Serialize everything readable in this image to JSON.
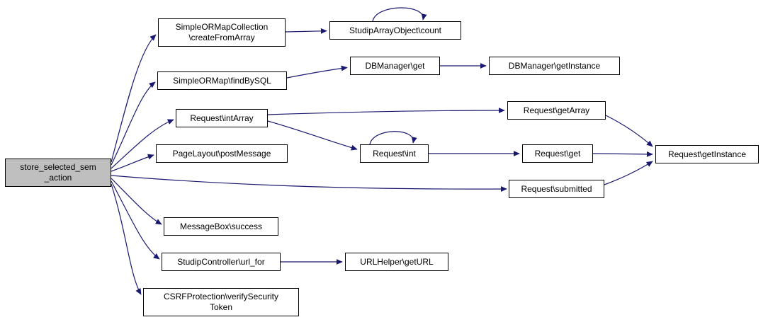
{
  "diagram": {
    "type": "call-graph",
    "colors": {
      "edge_color": "#191970",
      "node_fill": "#ffffff",
      "node_border": "#000000",
      "highlight_fill": "#bfbfbf",
      "text_color": "#000000",
      "bg_color": "#ffffff"
    },
    "nodes": [
      {
        "id": "store_selected_sem_action",
        "label": "store_selected_sem\n_action",
        "highlighted": true
      },
      {
        "id": "createFromArray",
        "label": "SimpleORMapCollection\n\\createFromArray"
      },
      {
        "id": "count",
        "label": "StudipArrayObject\\count",
        "self_loop": true
      },
      {
        "id": "findBySQL",
        "label": "SimpleORMap\\findBySQL"
      },
      {
        "id": "dbmanager_get",
        "label": "DBManager\\get"
      },
      {
        "id": "dbmanager_getInstance",
        "label": "DBManager\\getInstance"
      },
      {
        "id": "intArray",
        "label": "Request\\intArray"
      },
      {
        "id": "getArray",
        "label": "Request\\getArray"
      },
      {
        "id": "postMessage",
        "label": "PageLayout\\postMessage"
      },
      {
        "id": "request_int",
        "label": "Request\\int",
        "self_loop": true
      },
      {
        "id": "request_get",
        "label": "Request\\get"
      },
      {
        "id": "request_getInstance",
        "label": "Request\\getInstance"
      },
      {
        "id": "submitted",
        "label": "Request\\submitted"
      },
      {
        "id": "success",
        "label": "MessageBox\\success"
      },
      {
        "id": "url_for",
        "label": "StudipController\\url_for"
      },
      {
        "id": "getURL",
        "label": "URLHelper\\getURL"
      },
      {
        "id": "csrf",
        "label": "CSRFProtection\\verifySecurity\nToken"
      }
    ],
    "edges": [
      {
        "from": "store_selected_sem_action",
        "to": "createFromArray"
      },
      {
        "from": "store_selected_sem_action",
        "to": "findBySQL"
      },
      {
        "from": "store_selected_sem_action",
        "to": "intArray"
      },
      {
        "from": "store_selected_sem_action",
        "to": "postMessage"
      },
      {
        "from": "store_selected_sem_action",
        "to": "submitted"
      },
      {
        "from": "store_selected_sem_action",
        "to": "success"
      },
      {
        "from": "store_selected_sem_action",
        "to": "url_for"
      },
      {
        "from": "store_selected_sem_action",
        "to": "csrf"
      },
      {
        "from": "createFromArray",
        "to": "count"
      },
      {
        "from": "count",
        "to": "count"
      },
      {
        "from": "findBySQL",
        "to": "dbmanager_get"
      },
      {
        "from": "dbmanager_get",
        "to": "dbmanager_getInstance"
      },
      {
        "from": "intArray",
        "to": "getArray"
      },
      {
        "from": "intArray",
        "to": "request_int"
      },
      {
        "from": "request_int",
        "to": "request_int"
      },
      {
        "from": "request_int",
        "to": "request_get"
      },
      {
        "from": "request_get",
        "to": "request_getInstance"
      },
      {
        "from": "getArray",
        "to": "request_getInstance"
      },
      {
        "from": "submitted",
        "to": "request_getInstance"
      },
      {
        "from": "url_for",
        "to": "getURL"
      }
    ]
  }
}
